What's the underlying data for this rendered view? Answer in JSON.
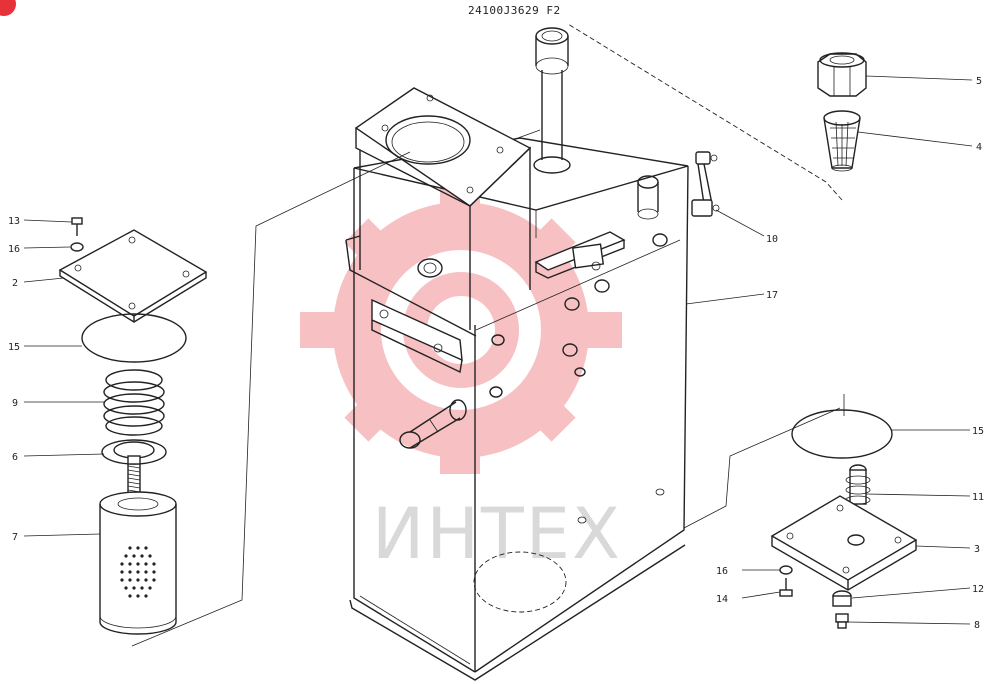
{
  "drawing": {
    "code": "24100J3629 F2",
    "watermark_text": "ИНТЕХ",
    "watermark_color": "#e8323a"
  },
  "callouts": [
    {
      "id": "c13",
      "label": "13"
    },
    {
      "id": "c16a",
      "label": "16"
    },
    {
      "id": "c2",
      "label": "2"
    },
    {
      "id": "c15a",
      "label": "15"
    },
    {
      "id": "c9",
      "label": "9"
    },
    {
      "id": "c6",
      "label": "6"
    },
    {
      "id": "c7",
      "label": "7"
    },
    {
      "id": "c5",
      "label": "5"
    },
    {
      "id": "c4",
      "label": "4"
    },
    {
      "id": "c10",
      "label": "10"
    },
    {
      "id": "c17",
      "label": "17"
    },
    {
      "id": "c15b",
      "label": "15"
    },
    {
      "id": "c11",
      "label": "11"
    },
    {
      "id": "c3",
      "label": "3"
    },
    {
      "id": "c16b",
      "label": "16"
    },
    {
      "id": "c12",
      "label": "12"
    },
    {
      "id": "c14",
      "label": "14"
    },
    {
      "id": "c8",
      "label": "8"
    }
  ]
}
